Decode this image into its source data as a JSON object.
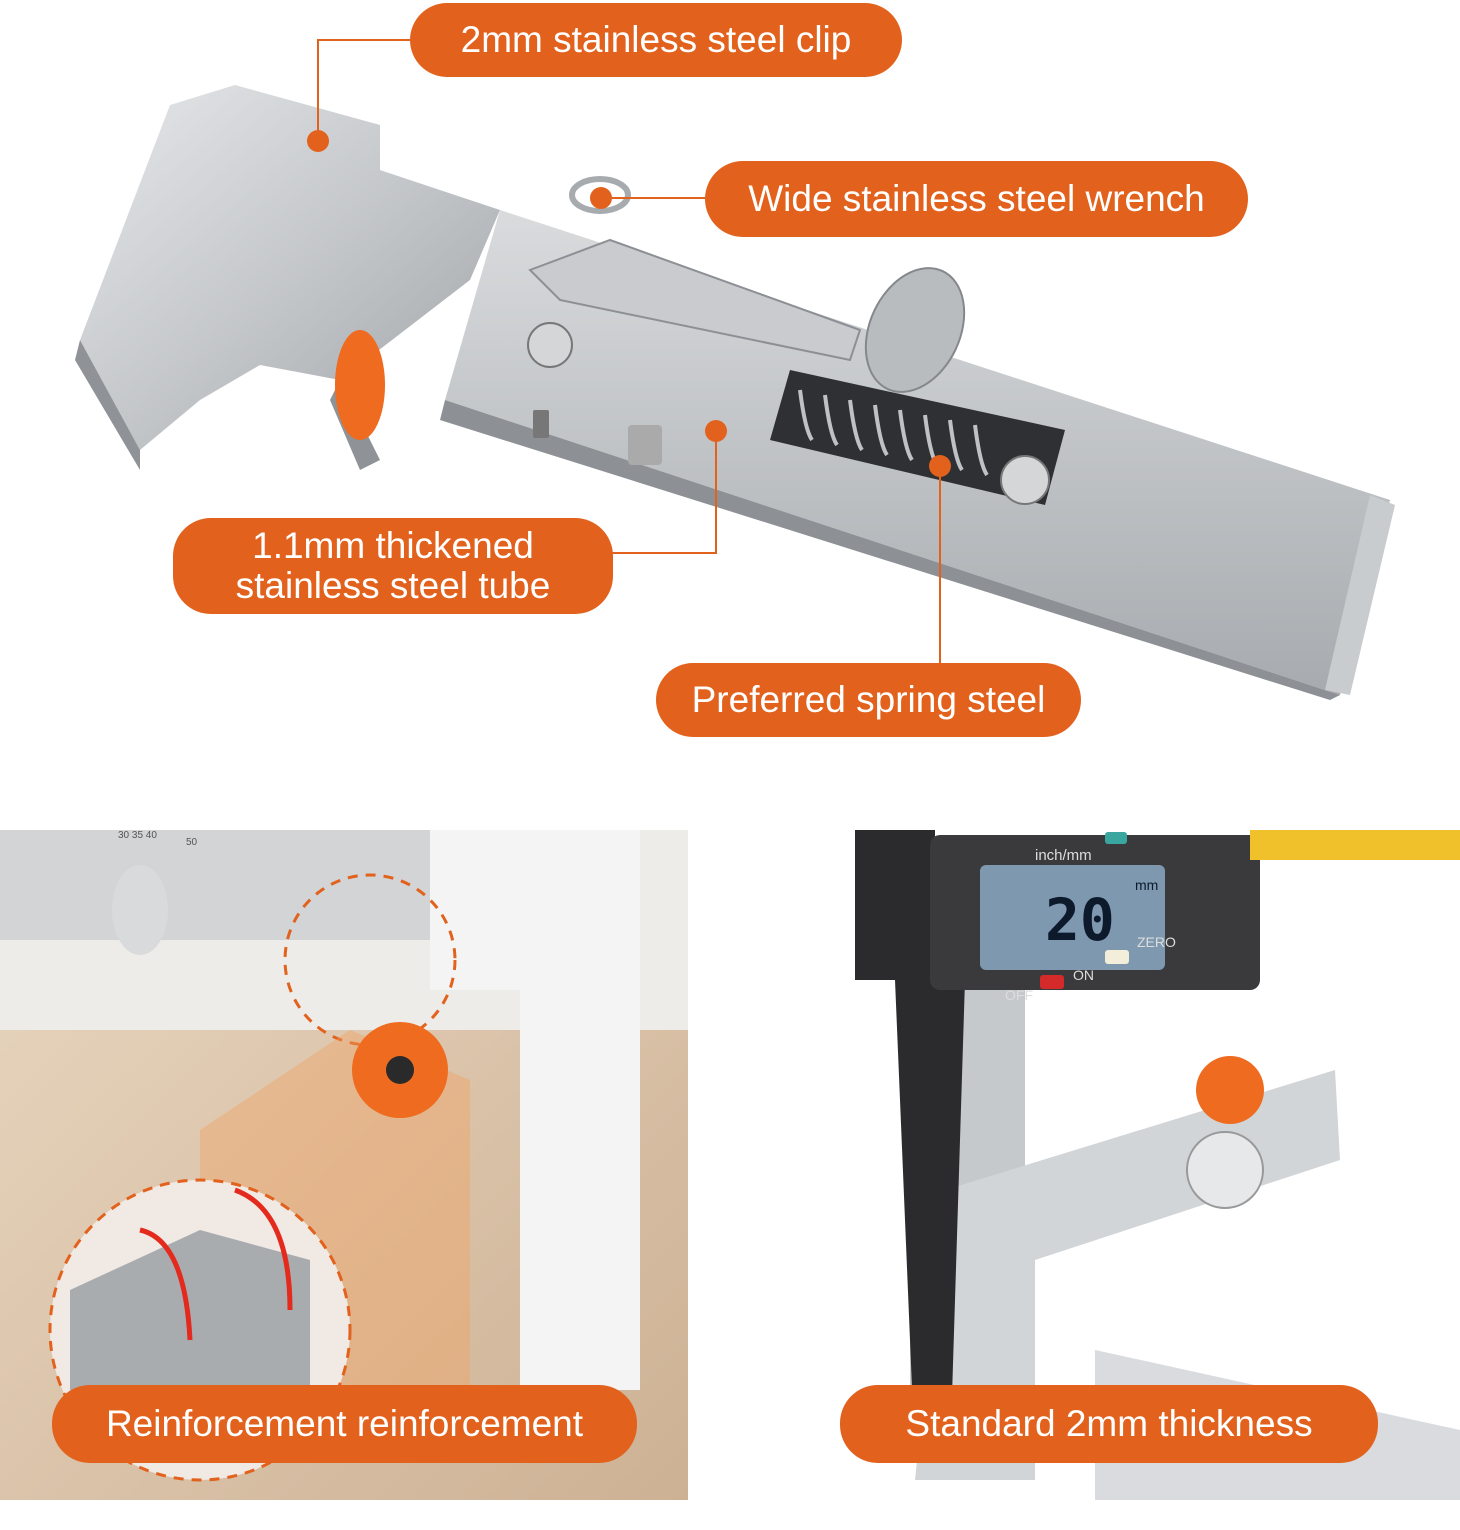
{
  "callouts": {
    "clip": "2mm stainless steel clip",
    "wrench": "Wide stainless steel wrench",
    "tube": "1.1mm thickened\nstainless steel tube",
    "spring": "Preferred spring steel"
  },
  "bottom_left": {
    "label": "Reinforcement reinforcement",
    "ruler_marks": [
      "30 35 40",
      "50"
    ]
  },
  "bottom_right": {
    "label": "Standard 2mm thickness",
    "caliper": {
      "unit_button": "inch/mm",
      "reading": "20",
      "unit": "mm",
      "off": "OFF",
      "on": "ON",
      "zero": "ZERO"
    }
  },
  "colors": {
    "accent": "#e2621d",
    "steel": "#b9bcbf"
  }
}
